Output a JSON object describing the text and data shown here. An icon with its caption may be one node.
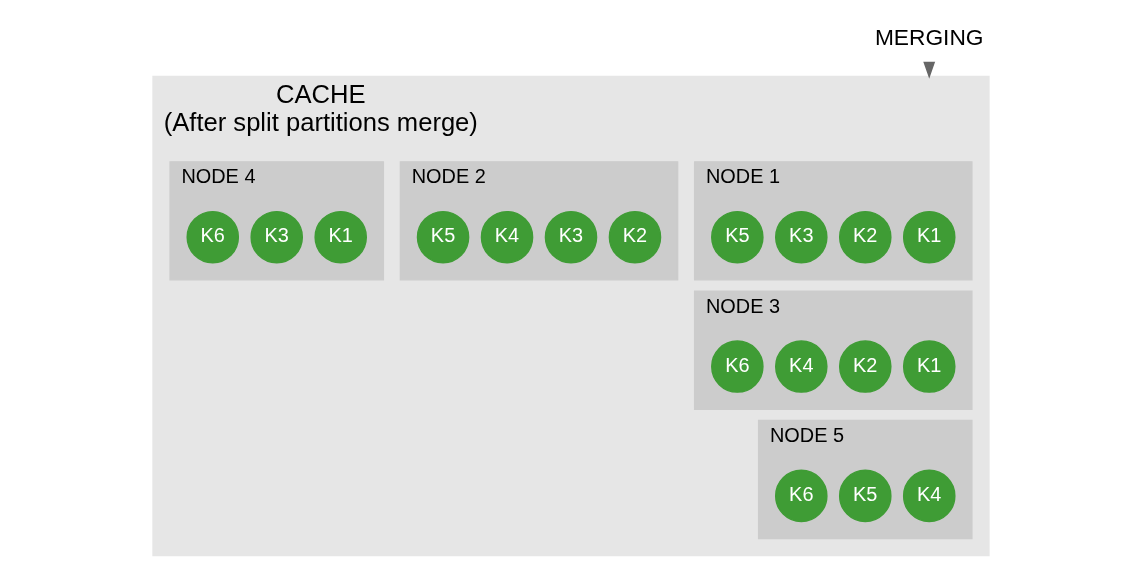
{
  "diagram": {
    "nodes": [
      {
        "text": [
          "MERGING"
        ]
      },
      {
        "text": [
          "CACHE",
          "(After split partitions merge)"
        ]
      },
      {
        "text": [
          "NODE 1"
        ],
        "in": 1
      },
      {
        "text": [
          "K1"
        ],
        "in": 2
      },
      {
        "text": [
          "K2"
        ],
        "in": 2
      },
      {
        "text": [
          "K3"
        ],
        "in": 2
      },
      {
        "text": [
          "K5"
        ],
        "in": 2
      },
      {
        "text": [
          "NODE 2"
        ],
        "in": 1
      },
      {
        "text": [
          "K2"
        ],
        "in": 7
      },
      {
        "text": [
          "K3"
        ],
        "in": 7
      },
      {
        "text": [
          "K4"
        ],
        "in": 7
      },
      {
        "text": [
          "K5"
        ],
        "in": 7
      },
      {
        "text": [
          "NODE 3"
        ],
        "in": 1
      },
      {
        "text": [
          "K1"
        ],
        "in": 12
      },
      {
        "text": [
          "K2"
        ],
        "in": 12
      },
      {
        "text": [
          "K4"
        ],
        "in": 12
      },
      {
        "text": [
          "K6"
        ],
        "in": 12
      },
      {
        "text": [
          "NODE 4"
        ],
        "in": 1
      },
      {
        "text": [
          "K1"
        ],
        "in": 17
      },
      {
        "text": [
          "K3"
        ],
        "in": 17
      },
      {
        "text": [
          "K6"
        ],
        "in": 17
      },
      {
        "text": [
          "NODE 5"
        ],
        "in": 1
      },
      {
        "text": [
          "K4"
        ],
        "in": 21
      },
      {
        "text": [
          "K5"
        ],
        "in": 21
      },
      {
        "text": [
          "K6"
        ],
        "in": 21
      }
    ],
    "edges": [
      {
        "from": 0,
        "to": 1,
        "arrow": "to"
      }
    ]
  }
}
